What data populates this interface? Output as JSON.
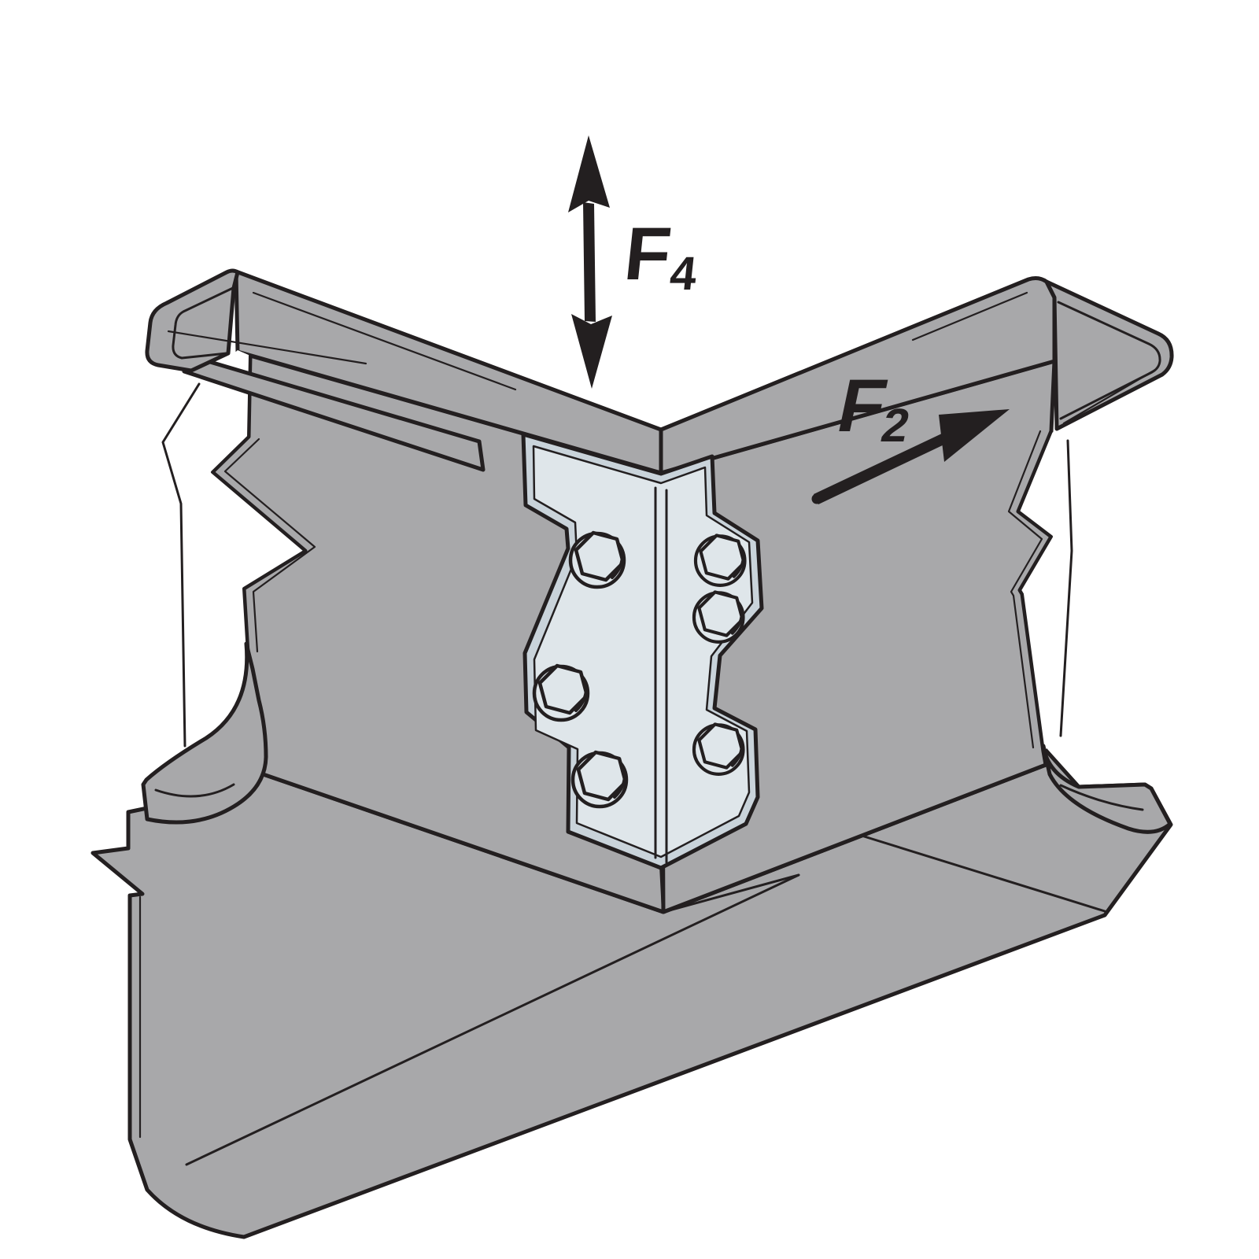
{
  "figure": {
    "type": "isometric technical illustration",
    "description": "Galvanized bolted connector bracket joining two gray cold-formed C-channel members that meet in a V at a ridge; break lines (jagged cuts) shown on both members; force direction arrows annotate allowable loads",
    "force_labels": [
      {
        "id": "F4",
        "base": "F",
        "subscript": "4",
        "arrow": "vertical double-headed arrow above the ridge joint"
      },
      {
        "id": "F2",
        "base": "F",
        "subscript": "2",
        "arrow": "single-headed arrow pointing up-right along the right member web"
      }
    ],
    "bolts": {
      "count": 6,
      "per_side": 3,
      "head_type": "hex",
      "arrangement": "staggered on each half of the bent plate"
    },
    "components": [
      "left C-channel member",
      "right C-channel member",
      "bent connector plate",
      "hex bolts",
      "bottom flange surface"
    ],
    "colors": {
      "background": "#ffffff",
      "beam": "#a8a8aa",
      "bracket_face": "#dfe6ea",
      "bracket_edge": "#c9d3da",
      "outline": "#231f20"
    }
  }
}
